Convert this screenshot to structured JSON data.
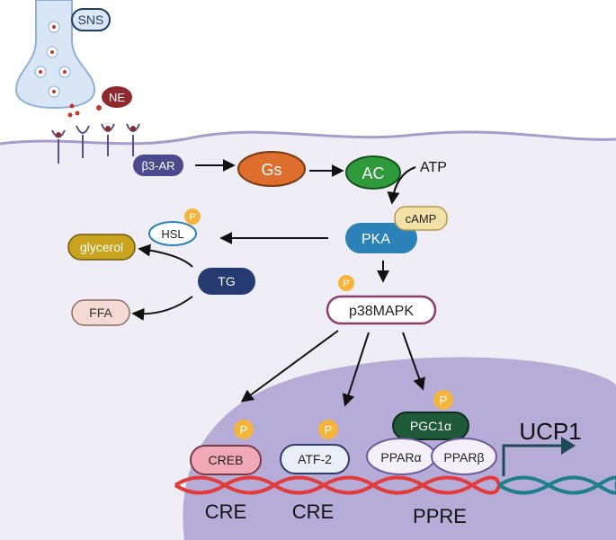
{
  "colors": {
    "cell": "#efedf6",
    "membrane": "#a79dcc",
    "nucleus": "#b6acd8",
    "gs": "#dd6e2d",
    "ac": "#2e9a3a",
    "pka": "#2b82b8",
    "camp": "#f3e2a8",
    "beta3": "#4a4a8c",
    "tg": "#263a72",
    "glycerol": "#c9a21e",
    "ffa": "#f5d9d3",
    "phospho": "#f5b53a",
    "p38": "#8e3c6e",
    "creb": "#f1a9b7",
    "pgc": "#1e5a38",
    "dna_red": "#e23b3b",
    "dna_teal": "#1e7f8a",
    "ne": "#8e2a2f"
  },
  "labels": {
    "sns": "SNS",
    "ne": "NE",
    "beta3_ar": "β3-AR",
    "gs": "Gs",
    "ac": "AC",
    "atp": "ATP",
    "camp": "cAMP",
    "pka": "PKA",
    "hsl": "HSL",
    "glycerol": "glycerol",
    "tg": "TG",
    "ffa": "FFA",
    "p38mapk": "p38MAPK",
    "creb": "CREB",
    "atf2": "ATF-2",
    "pgc1a": "PGC1α",
    "ppara": "PPARα",
    "pparb": "PPARβ",
    "ucp1": "UCP1",
    "cre1": "CRE",
    "cre2": "CRE",
    "ppre": "PPRE",
    "phospho": "P"
  }
}
